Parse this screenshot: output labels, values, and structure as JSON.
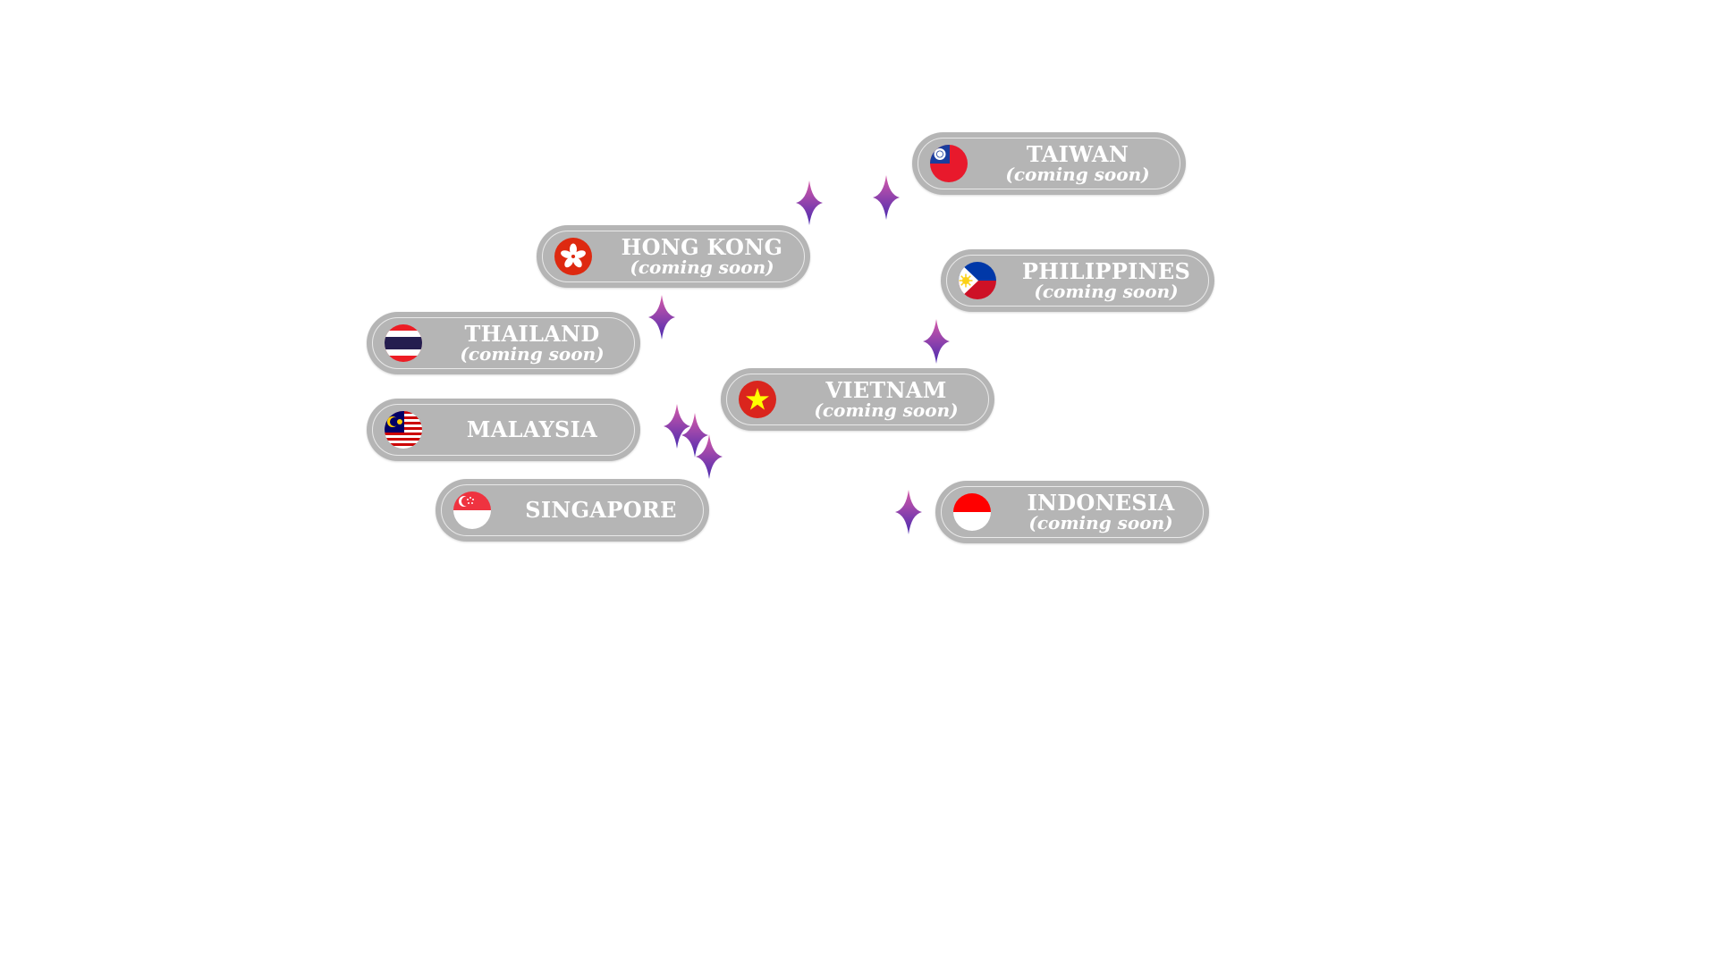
{
  "colors": {
    "pill_background": "#b5b5b5",
    "pill_text": "#ffffff",
    "sparkle_top": "#d65aa8",
    "sparkle_bottom": "#4a2bb0"
  },
  "countries": [
    {
      "name": "TAIWAN",
      "status": "(coming soon)",
      "flag_icon": "taiwan-flag-icon"
    },
    {
      "name": "HONG KONG",
      "status": "(coming soon)",
      "flag_icon": "hong-kong-flag-icon"
    },
    {
      "name": "PHILIPPINES",
      "status": "(coming soon)",
      "flag_icon": "philippines-flag-icon"
    },
    {
      "name": "THAILAND",
      "status": "(coming soon)",
      "flag_icon": "thailand-flag-icon"
    },
    {
      "name": "VIETNAM",
      "status": "(coming soon)",
      "flag_icon": "vietnam-flag-icon"
    },
    {
      "name": "MALAYSIA",
      "flag_icon": "malaysia-flag-icon"
    },
    {
      "name": "SINGAPORE",
      "flag_icon": "singapore-flag-icon"
    },
    {
      "name": "INDONESIA",
      "status": "(coming soon)",
      "flag_icon": "indonesia-flag-icon"
    }
  ]
}
